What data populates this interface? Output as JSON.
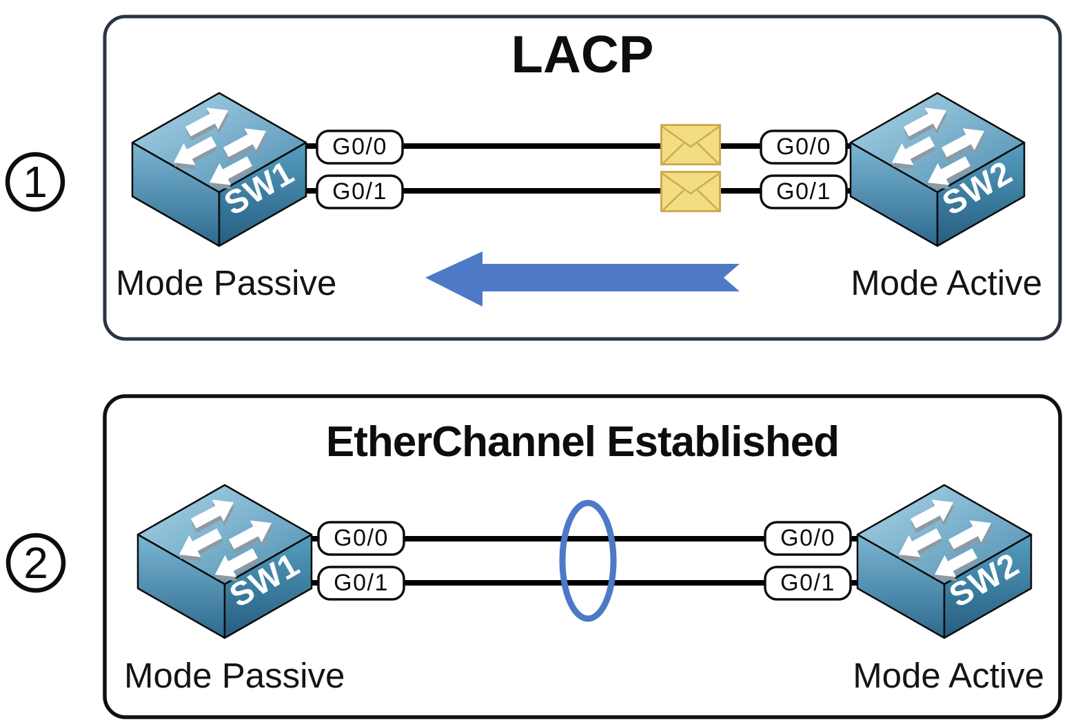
{
  "diagram": {
    "background": "#ffffff",
    "colors": {
      "panel1_border": "#2b3542",
      "panel2_border": "#101010",
      "link_line": "#000000",
      "arrow_blue": "#4d79c7",
      "ellipse_blue": "#4d79c7",
      "envelope_fill": "#f2dd85",
      "envelope_border": "#d0a94a",
      "switch_blue_light": "#abd6e9",
      "switch_blue_dark": "#265d80"
    },
    "panels": [
      {
        "step_number": "1",
        "title": "LACP",
        "left_switch": {
          "name": "SW1",
          "mode": "Mode Passive"
        },
        "right_switch": {
          "name": "SW2",
          "mode": "Mode Active"
        },
        "links": [
          {
            "left_port": "G0/0",
            "right_port": "G0/0"
          },
          {
            "left_port": "G0/1",
            "right_port": "G0/1"
          }
        ],
        "annotations": {
          "envelope_icon_count": 2,
          "envelope_icon": "lacpdu-envelope-icon",
          "arrow_icon": "left-pointing-banner-arrow",
          "arrow_color": "#4d79c7"
        }
      },
      {
        "step_number": "2",
        "title": "EtherChannel Established",
        "left_switch": {
          "name": "SW1",
          "mode": "Mode Passive"
        },
        "right_switch": {
          "name": "SW2",
          "mode": "Mode Active"
        },
        "links": [
          {
            "left_port": "G0/0",
            "right_port": "G0/0"
          },
          {
            "left_port": "G0/1",
            "right_port": "G0/1"
          }
        ],
        "annotations": {
          "bundle_icon": "etherchannel-bundle-ellipse",
          "bundle_color": "#4d79c7"
        }
      }
    ]
  }
}
